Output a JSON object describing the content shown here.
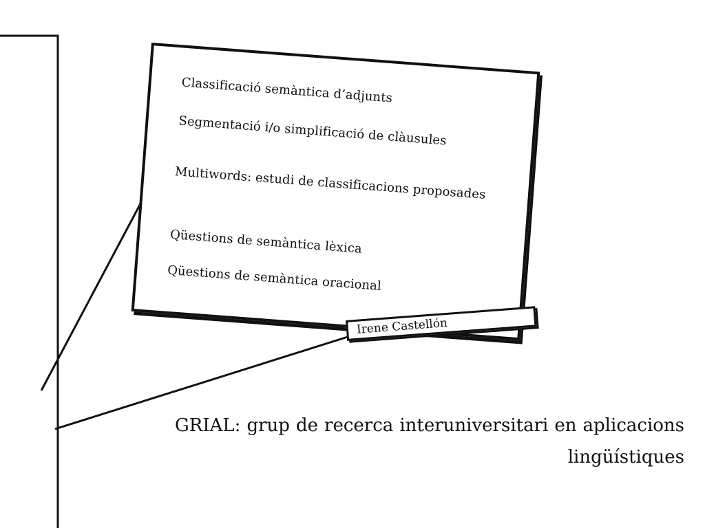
{
  "card": {
    "topics": [
      "Classificació semàntica d’adjunts",
      "Segmentació i/o simplificació de clàusules",
      "Multiwords: estudi de classificacions proposades",
      "Qüestions de semàntica lèxica",
      "Qüestions de semàntica oracional"
    ]
  },
  "tag": {
    "name": "Irene Castellón"
  },
  "footer": {
    "title": "GRIAL: grup de recerca interuniversitari en aplicacions lingüístiques"
  }
}
